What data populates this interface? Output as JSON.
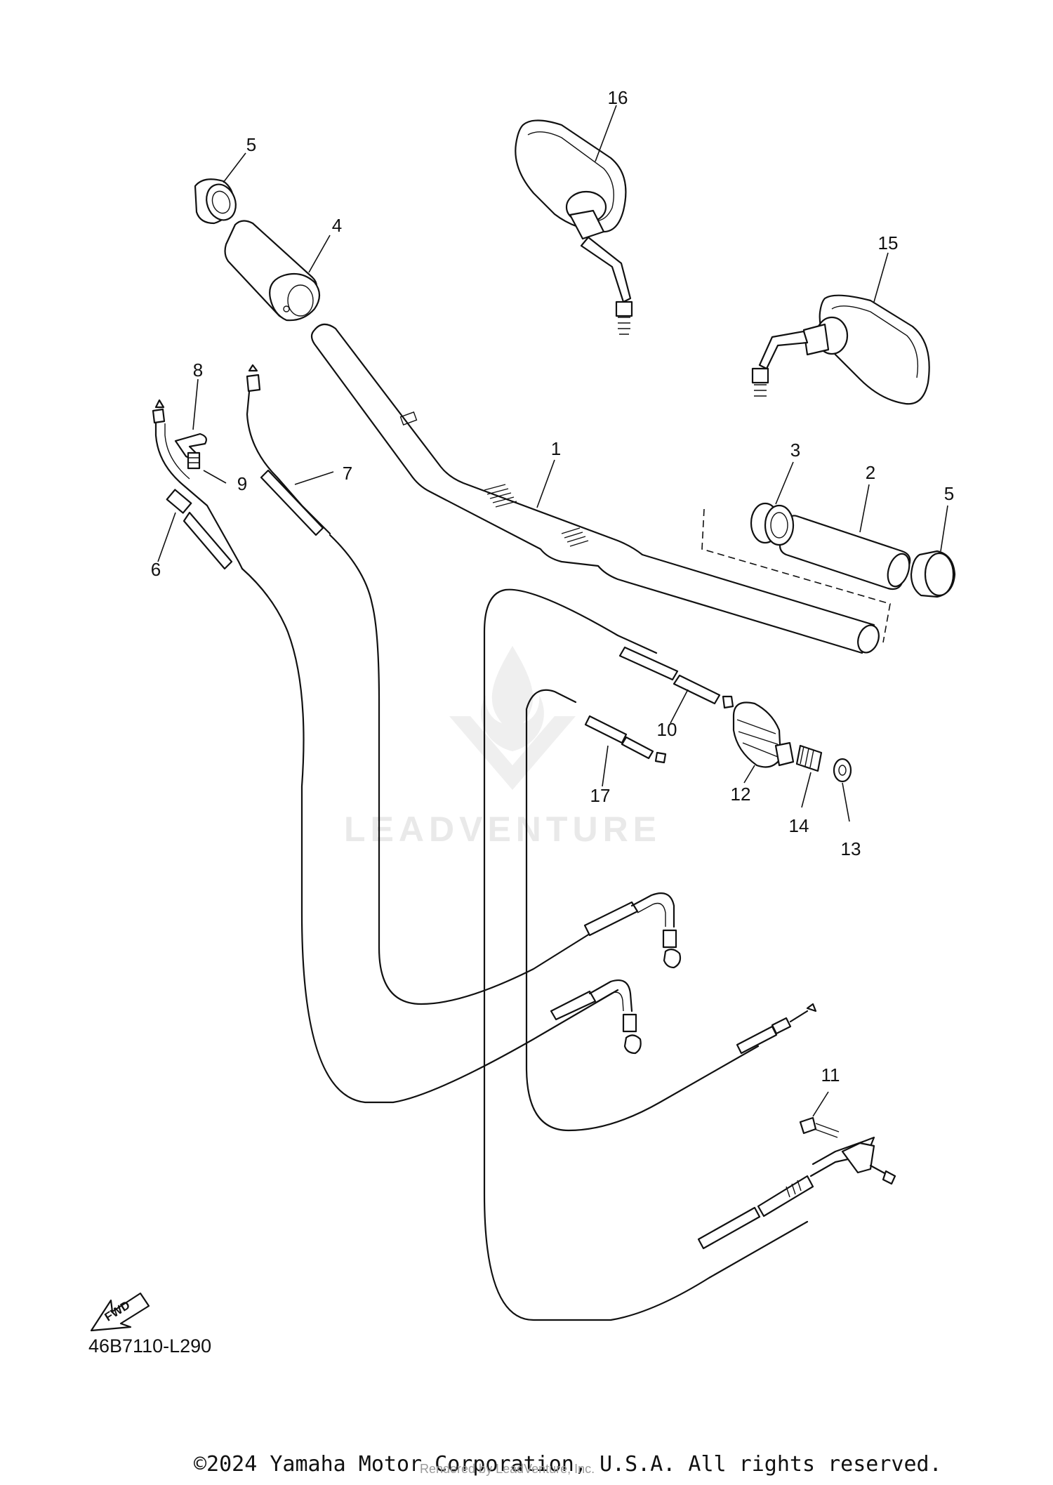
{
  "diagram": {
    "callouts": [
      "1",
      "2",
      "3",
      "4",
      "5",
      "5",
      "6",
      "7",
      "8",
      "9",
      "10",
      "11",
      "12",
      "13",
      "14",
      "15",
      "16",
      "17"
    ],
    "fwd_label": "FWD",
    "code": "46B7110-L290"
  },
  "watermark": {
    "brand": "LEADVENTURE"
  },
  "footer": {
    "copyright": "©2024 Yamaha Motor Corporation, U.S.A. All rights reserved.",
    "rendered_by": "Rendered by LeadVenture, Inc."
  }
}
